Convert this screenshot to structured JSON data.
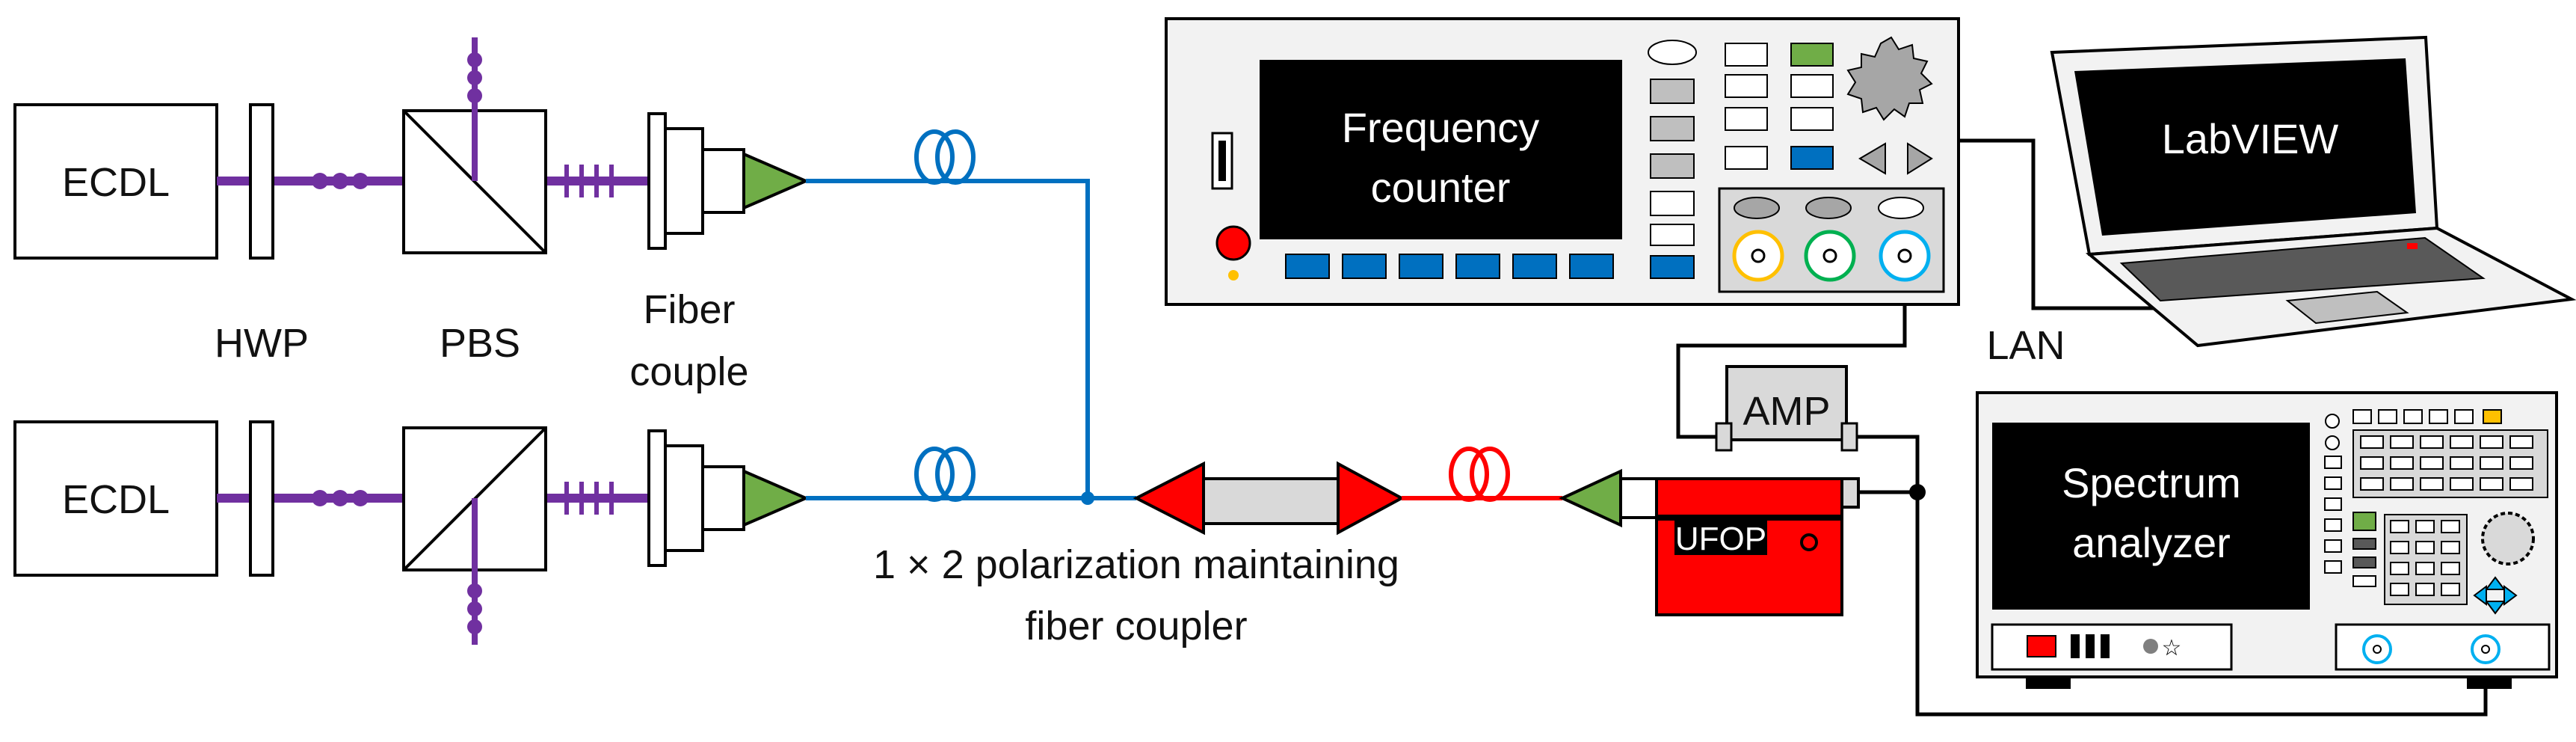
{
  "labels": {
    "ecdl_top": "ECDL",
    "ecdl_bottom": "ECDL",
    "hwp": "HWP",
    "pbs": "PBS",
    "fiber_couple_line1": "Fiber",
    "fiber_couple_line2": "couple",
    "coupler_line1": "1 × 2 polarization maintaining",
    "coupler_line2": "fiber coupler",
    "frequency_counter_line1": "Frequency",
    "frequency_counter_line2": "counter",
    "labview": "LabVIEW",
    "lan": "LAN",
    "amp": "AMP",
    "ufop": "UFOP",
    "spectrum_analyzer_line1": "Spectrum",
    "spectrum_analyzer_line2": "analyzer"
  },
  "colors": {
    "beam_purple": "#7030a0",
    "fiber_blue": "#0070c0",
    "fiber_red": "#ff0000",
    "connector_green": "#70ad47",
    "screen_black": "#000000",
    "button_blue": "#0070c0",
    "button_grey": "#bfbfbf",
    "ufop_red": "#ff0000",
    "amp_grey": "#d9d9d9",
    "coupler_grey": "#d9d9d9"
  }
}
